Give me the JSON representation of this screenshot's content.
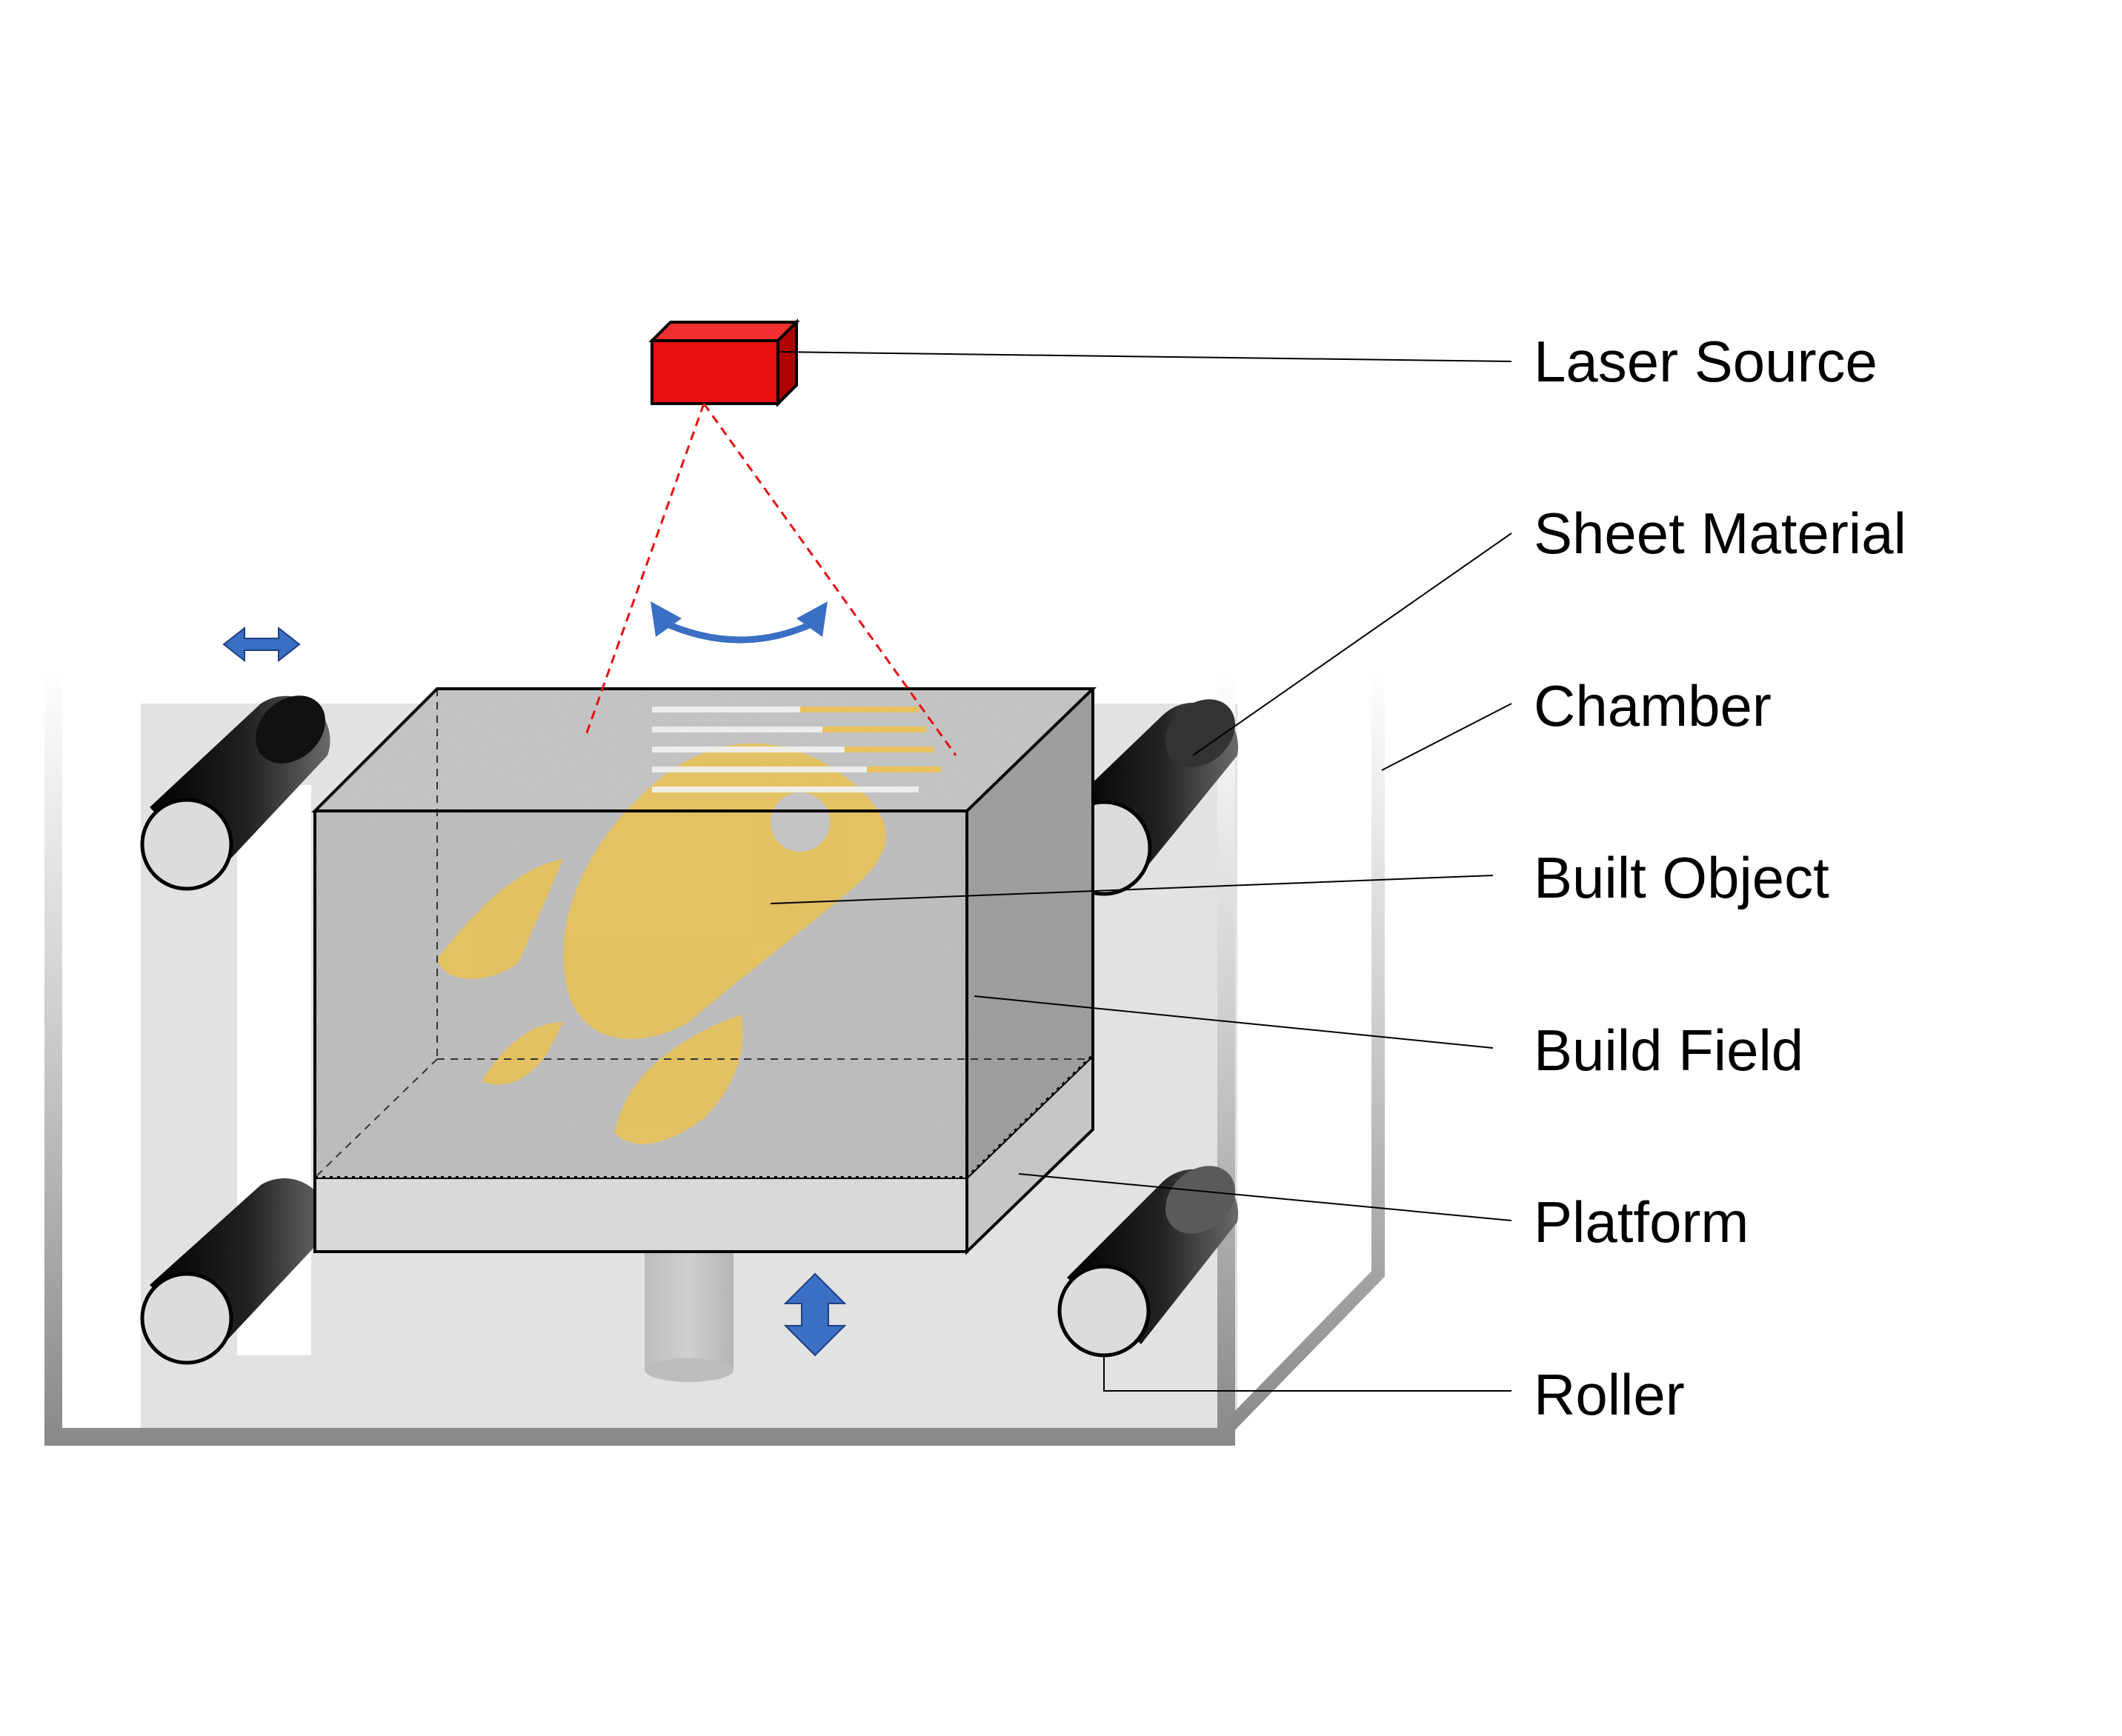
{
  "labels": {
    "laser_source": "Laser Source",
    "sheet_material": "Sheet Material",
    "chamber": "Chamber",
    "built_object": "Built Object",
    "build_field": "Build Field",
    "platform": "Platform",
    "roller": "Roller"
  },
  "colors": {
    "laser": "#e81010",
    "laser_beam": "#e81010",
    "motion_arrow": "#3a6fc4",
    "built_object": "#e6c25c",
    "roller_body": "#000000",
    "roller_end": "#dcdcdc",
    "platform": "#d9d9d9",
    "powder": "#c8c8c8"
  },
  "icons": {
    "horizontal_motion": "double-arrow-horizontal-icon",
    "vertical_motion": "double-arrow-vertical-icon",
    "scan_motion": "curved-double-arrow-icon"
  }
}
